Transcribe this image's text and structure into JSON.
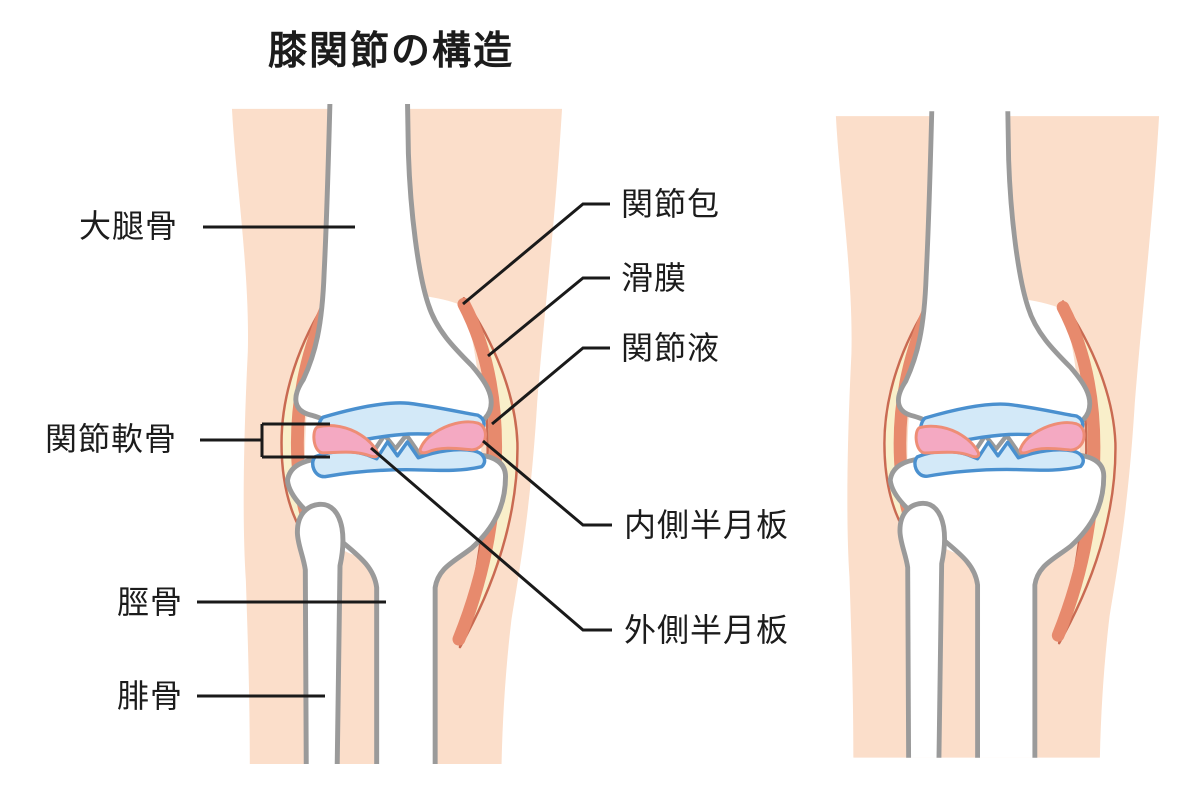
{
  "title": "膝関節の構造",
  "labels": {
    "femur": "大腿骨",
    "articular_cartilage": "関節軟骨",
    "tibia": "脛骨",
    "fibula": "腓骨",
    "joint_capsule": "関節包",
    "synovium": "滑膜",
    "synovial_fluid": "関節液",
    "medial_meniscus": "内側半月板",
    "lateral_meniscus": "外側半月板"
  },
  "palette": {
    "background": "#ffffff",
    "skin": "#fbdeca",
    "bone_fill": "#ffffff",
    "bone_outline": "#9a9a9a",
    "capsule_outer_line": "#c96a52",
    "capsule_cream": "#f9efca",
    "capsule_salmon": "#e78a6d",
    "cartilage_fill": "#d3e9f8",
    "cartilage_stroke": "#4a90cf",
    "meniscus_fill": "#f4a9c2",
    "meniscus_stroke": "#ee8d76",
    "leader_line": "#1a1a1a",
    "text": "#1c1c1c"
  }
}
